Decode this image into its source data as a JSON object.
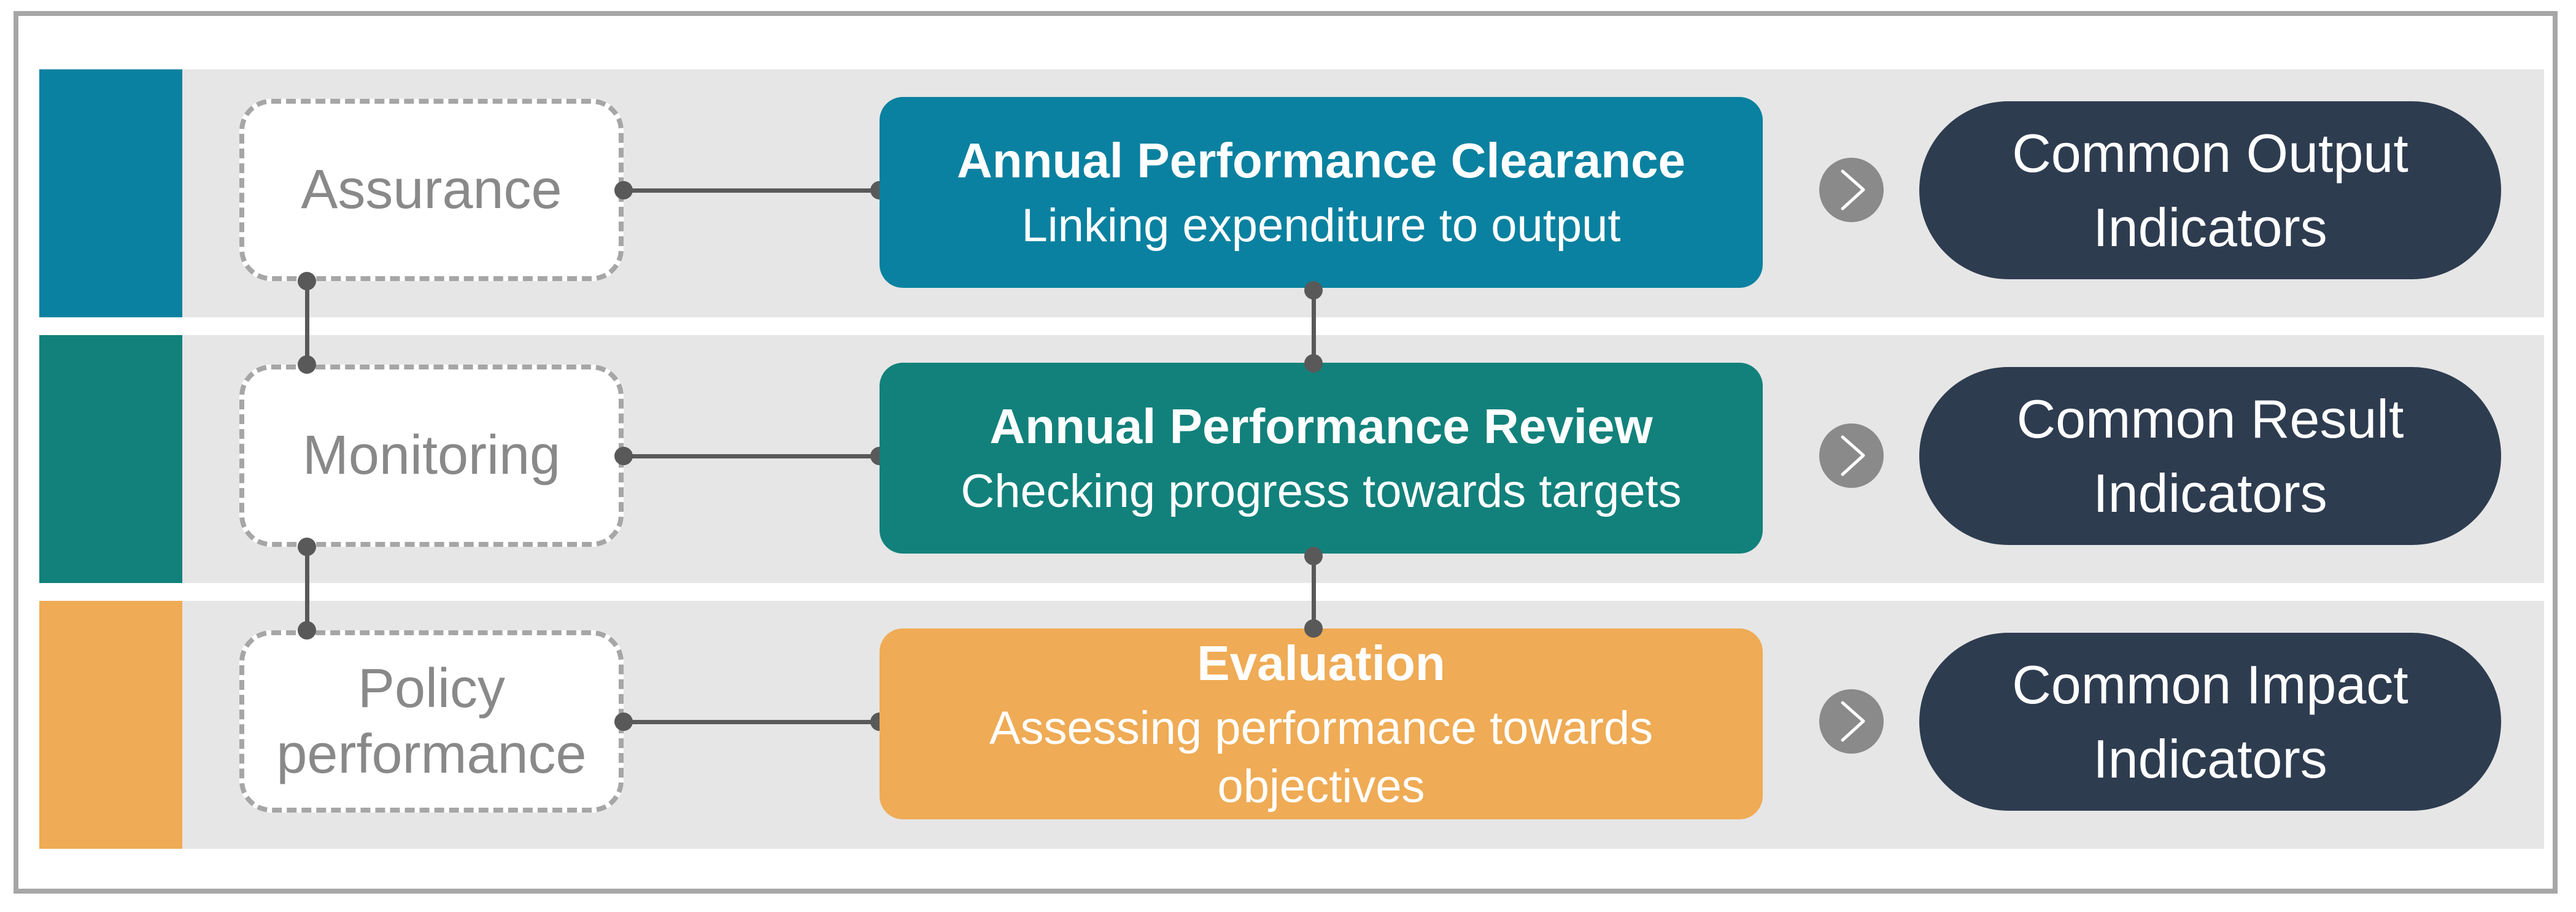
{
  "diagram": {
    "description_colors": {
      "frame_border": "#a6a6a6",
      "band_background": "#e6e6e6",
      "connector": "#595959",
      "chevron_circle": "#8a8a8a",
      "stage_box_border": "#a6a6a6",
      "stage_box_text": "#898989",
      "indicator_pill": "#2e3c50",
      "box_text": "#ffffff"
    }
  },
  "colors": {
    "indicator_bg": "#2e3c50",
    "chevron_circle_bg": "#8a8a8a"
  },
  "rows": [
    {
      "stage_label": "Assurance",
      "process_title": "Annual Performance Clearance",
      "process_subtitle": "Linking expenditure to output",
      "indicator_label": "Common Output Indicators",
      "accent": "#0a81a0"
    },
    {
      "stage_label": "Monitoring",
      "process_title": "Annual Performance Review",
      "process_subtitle": "Checking progress towards targets",
      "indicator_label": "Common Result Indicators",
      "accent": "#12817b"
    },
    {
      "stage_label": "Policy performance",
      "process_title": "Evaluation",
      "process_subtitle": "Assessing performance towards objectives",
      "indicator_label": "Common Impact Indicators",
      "accent": "#efab55"
    }
  ],
  "icons": {
    "chevron": "chevron-right"
  }
}
